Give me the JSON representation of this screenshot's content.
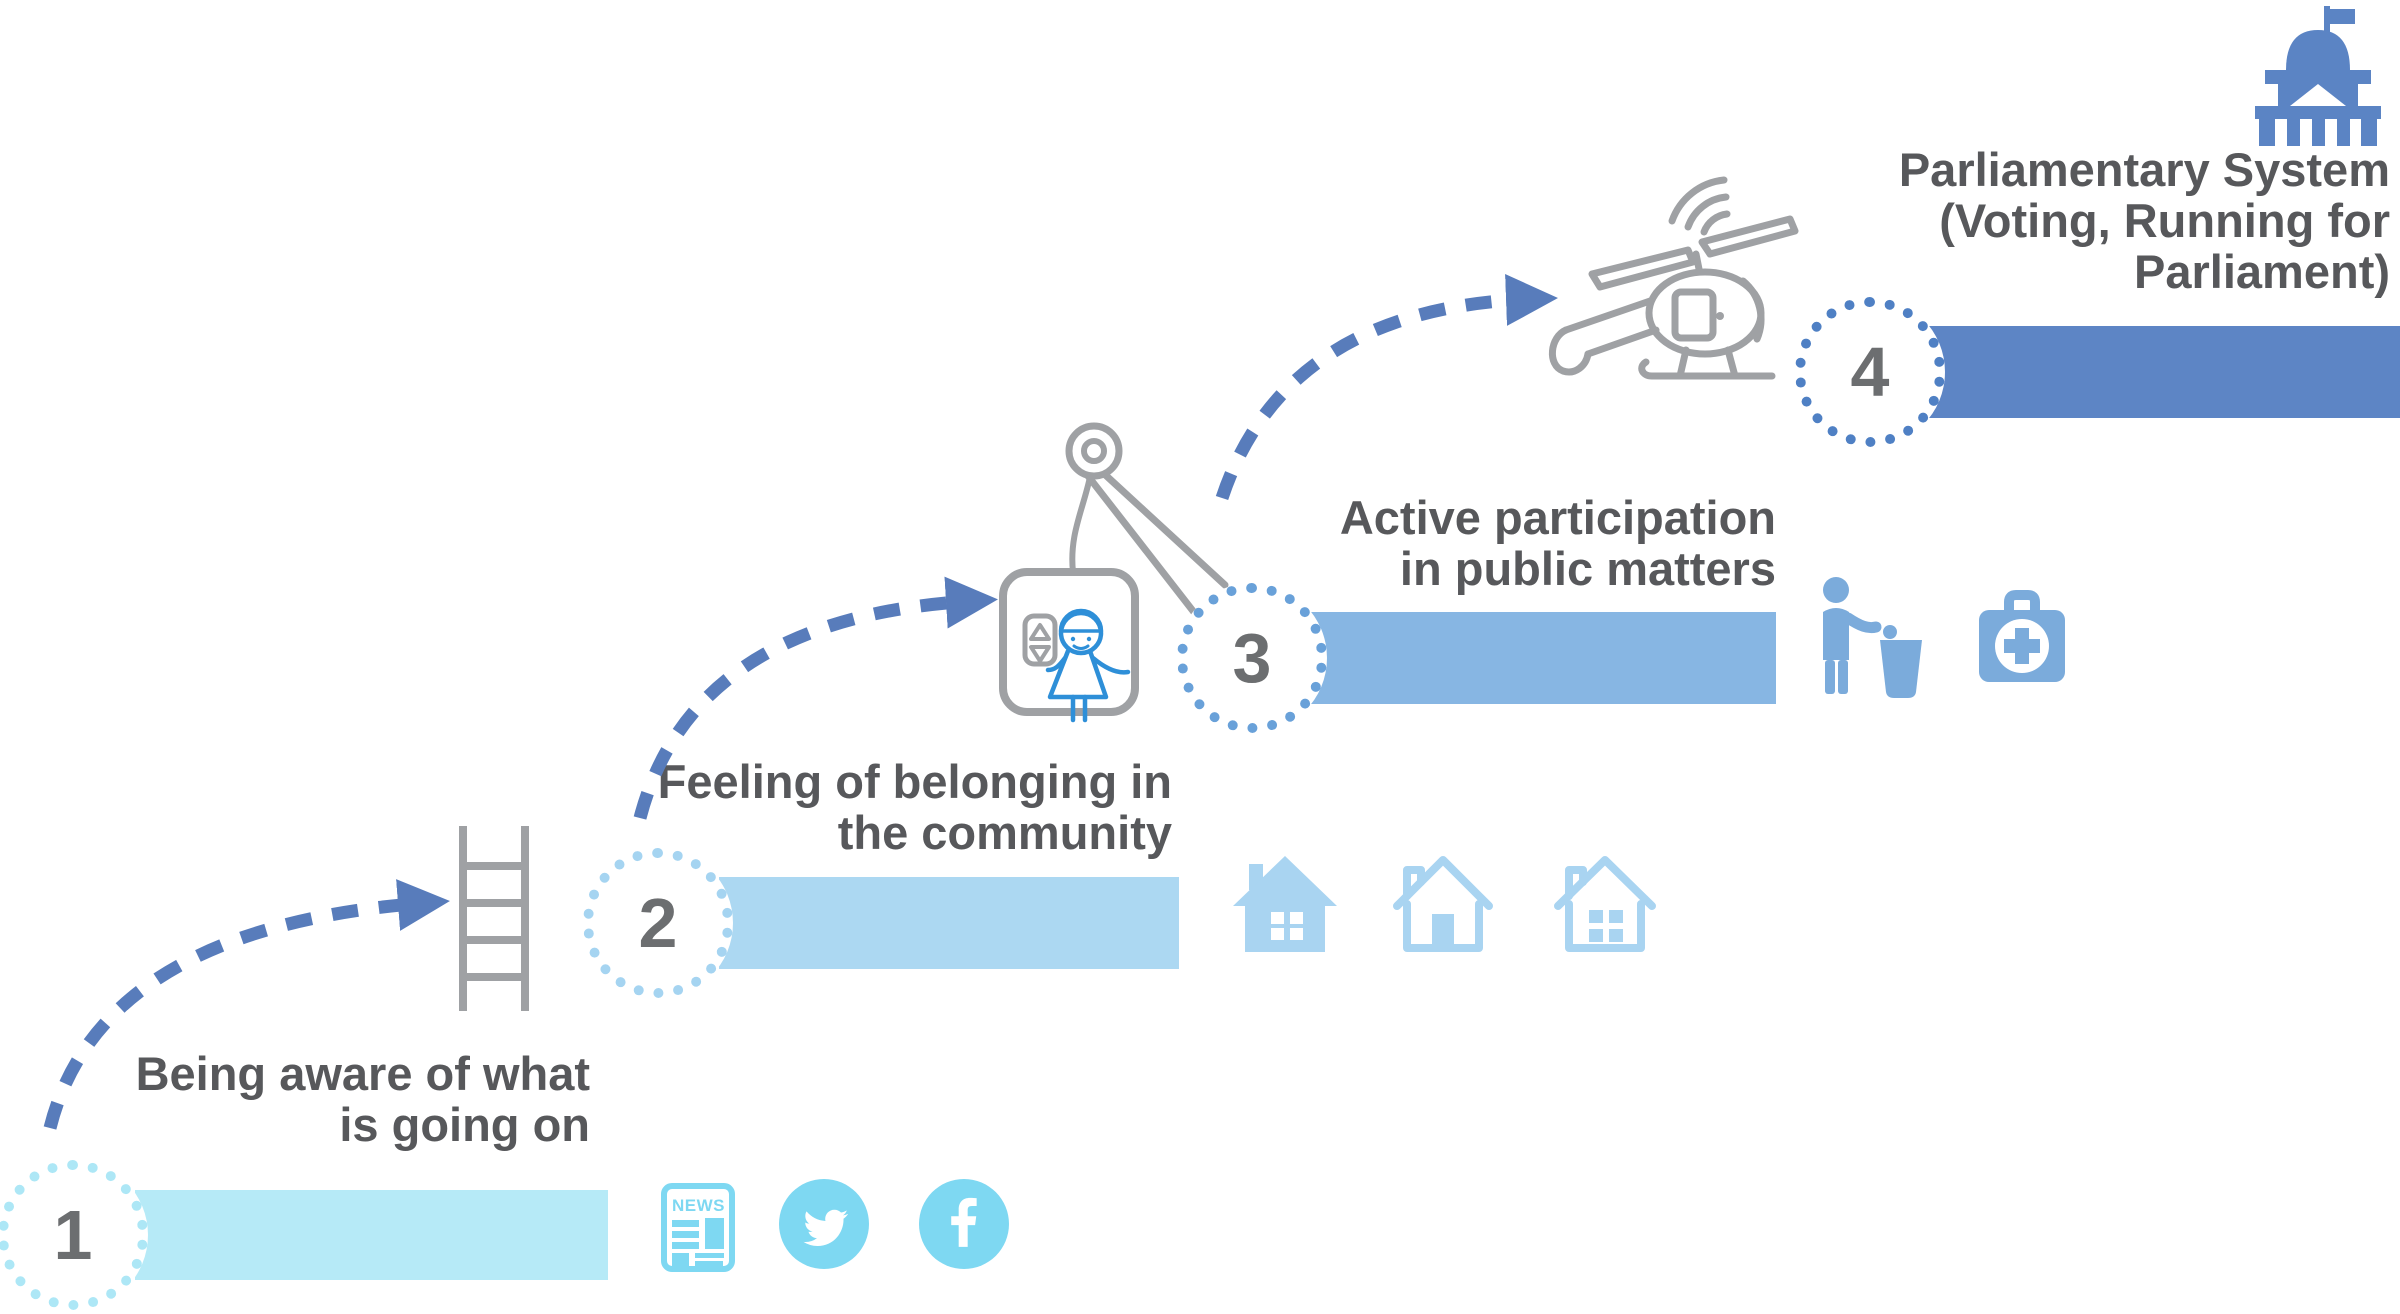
{
  "diagram": {
    "steps": [
      {
        "number": "1",
        "label_lines": [
          "Being aware of what",
          "is going on"
        ],
        "bar_color": "#b6eaf7",
        "dot_color": "#ade7f6",
        "icon_names": [
          "newspaper-icon",
          "twitter-icon",
          "facebook-icon"
        ],
        "news_label": "NEWS"
      },
      {
        "number": "2",
        "label_lines": [
          "Feeling of belonging in",
          "the community"
        ],
        "bar_color": "#acd8f2",
        "dot_color": "#a5d4f1",
        "icon_names": [
          "house-solid-icon",
          "house-outline-door-icon",
          "house-outline-window-icon"
        ]
      },
      {
        "number": "3",
        "label_lines": [
          "Active participation",
          "in public matters"
        ],
        "bar_color": "#87b6e3",
        "dot_color": "#69a1d9",
        "icon_names": [
          "person-littering-icon",
          "first-aid-kit-icon"
        ]
      },
      {
        "number": "4",
        "label_lines": [
          "Parliamentary System",
          "(Voting, Running for",
          "Parliament)"
        ],
        "bar_color": "#5d85c5",
        "dot_color": "#4f80c4",
        "icon_names": [
          "parliament-icon"
        ]
      }
    ],
    "transition_icons": [
      "ladder-icon",
      "elevator-pulley-icon",
      "helicopter-icon"
    ],
    "colors": {
      "step1": "#b6eaf7",
      "step1_icon": "#7ed8f2",
      "step1_dot": "#ade7f6",
      "step2": "#acd8f2",
      "step2_icon": "#a9d4f1",
      "step2_dot": "#a5d4f1",
      "step3": "#87b6e3",
      "step3_icon": "#7babdb",
      "step3_dot": "#69a1d9",
      "step4": "#5d85c5",
      "step4_icon": "#5b84c4",
      "step4_dot": "#4f80c4",
      "arrow": "#587cbb",
      "number_text": "#6c6e70",
      "label_text": "#57585b",
      "gray_icon": "#9fa1a4",
      "child_drawing": "#2e8fd8"
    }
  }
}
